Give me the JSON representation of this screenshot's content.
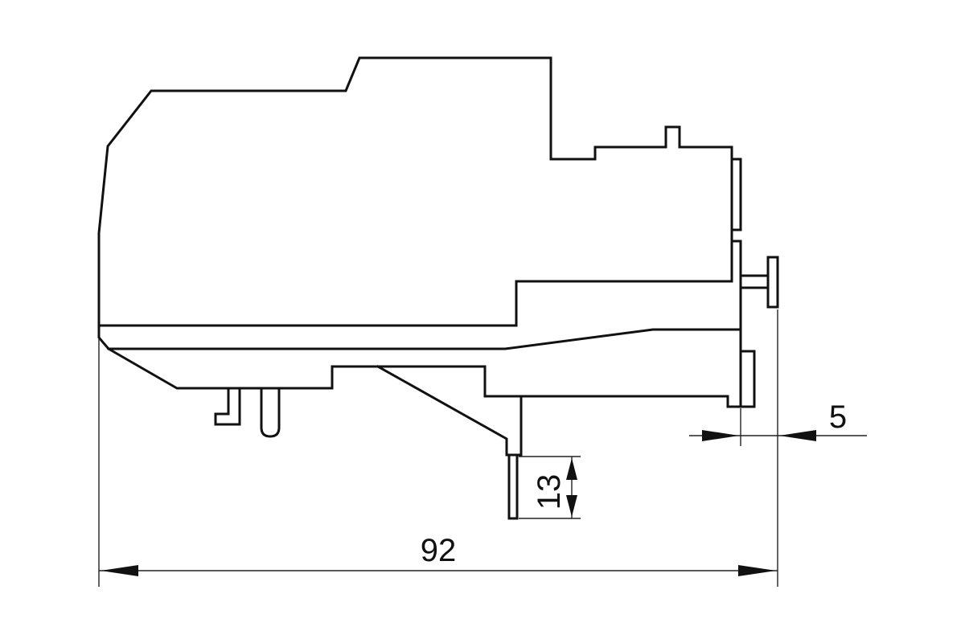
{
  "dimensions": {
    "width_label": "92",
    "offset_label": "5",
    "height_label": "13"
  },
  "colors": {
    "line": "#111111",
    "background": "#ffffff"
  }
}
